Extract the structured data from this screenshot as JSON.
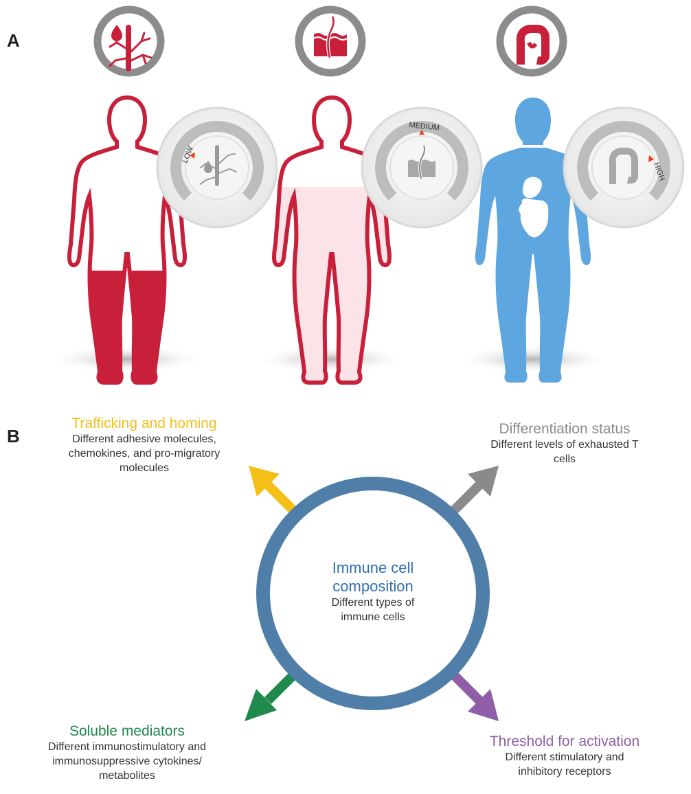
{
  "panel_a": {
    "letter": "A",
    "figures": [
      {
        "tissue": "blood",
        "tissue_icon": "blood-vessel-icon",
        "level": "LOW",
        "body_color": "#c8203a"
      },
      {
        "tissue": "skin",
        "tissue_icon": "skin-hair-follicle-icon",
        "level": "MEDIUM",
        "body_color": "#c8203a"
      },
      {
        "tissue": "gut",
        "tissue_icon": "intestine-icon",
        "level": "HIGH",
        "body_color": "#5ea6df"
      }
    ]
  },
  "panel_b": {
    "letter": "B",
    "center": {
      "title": "Immune cell composition",
      "title_line1": "Immune cell",
      "title_line2": "composition",
      "desc_line1": "Different types of",
      "desc_line2": "immune cells"
    },
    "factors": [
      {
        "title": "Trafficking and homing",
        "color": "#f4c017",
        "desc_lines": [
          "Different adhesive molecules,",
          "chemokines, and pro-migratory",
          "molecules"
        ]
      },
      {
        "title": "Differentiation status",
        "color": "#8a8a8a",
        "desc_lines": [
          "Different levels of exhausted T",
          "cells"
        ]
      },
      {
        "title": "Soluble mediators",
        "color": "#1f8a4c",
        "desc_lines": [
          "Different immunostimulatory and",
          "immunosuppressive cytokines/",
          "metabolites"
        ]
      },
      {
        "title": "Threshold for activation",
        "color": "#8e5fa8",
        "desc_lines": [
          "Different stimulatory and",
          "inhibitory receptors"
        ]
      }
    ],
    "ring_color": "#4f7fa8",
    "center_title_color": "#2e6fb6"
  }
}
